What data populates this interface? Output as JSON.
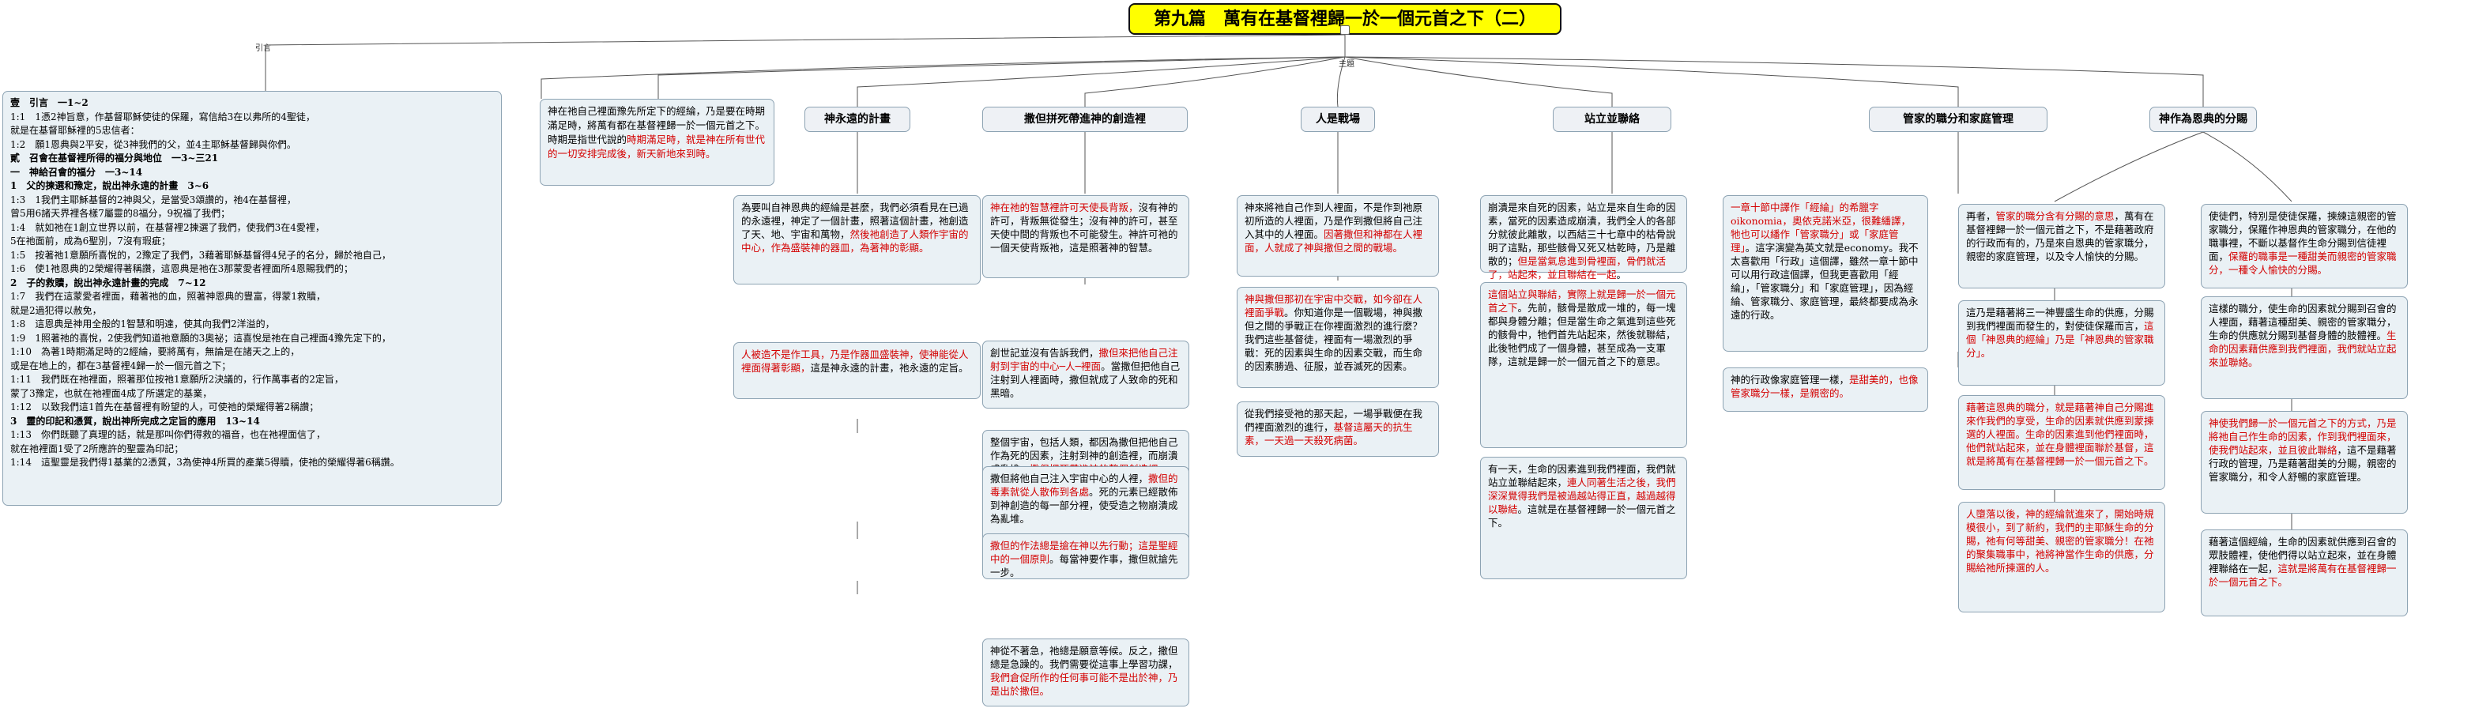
{
  "title": "第九篇　萬有在基督裡歸一於一個元首之下（二）",
  "labels": {
    "intro": "引言",
    "main": "主題"
  },
  "outline": [
    {
      "text": "壹　引言　一1~2",
      "bold": true
    },
    {
      "text": "1:1　1憑2神旨意，作基督耶穌使徒的保羅，寫信給3在以弗所的4聖徒，",
      "bold": false
    },
    {
      "text": "就是在基督耶穌裡的5忠信者：",
      "bold": false
    },
    {
      "text": "1:2　願1恩典與2平安，從3神我們的父，並4主耶穌基督歸與你們。",
      "bold": false
    },
    {
      "text": "貳　召會在基督裡所得的福分與地位　一3~三21",
      "bold": true
    },
    {
      "text": "一　神給召會的福分　一3~14",
      "bold": true
    },
    {
      "text": "1　父的揀選和豫定，說出神永遠的計畫　3~6",
      "bold": true
    },
    {
      "text": "1:3　1我們主耶穌基督的2神與父，是當受3頌讚的，祂4在基督裡，",
      "bold": false
    },
    {
      "text": "曾5用6諸天界裡各樣7屬靈的8福分，9祝福了我們；",
      "bold": false
    },
    {
      "text": "1:4　就如祂在1創立世界以前，在基督裡2揀選了我們，使我們3在4愛裡，",
      "bold": false
    },
    {
      "text": "5在祂面前，成為6聖別，7沒有瑕疵；",
      "bold": false
    },
    {
      "text": "1:5　按著祂1意願所喜悅的，2豫定了我們，3藉著耶穌基督得4兒子的名分，歸於祂自己，",
      "bold": false
    },
    {
      "text": "1:6　使1祂恩典的2榮耀得著稱讚，這恩典是祂在3那蒙愛者裡面所4恩賜我們的；",
      "bold": false
    },
    {
      "text": "2　子的救贖，說出神永遠計畫的完成　7~12",
      "bold": true
    },
    {
      "text": "1:7　我們在這蒙愛者裡面，藉著祂的血，照著神恩典的豐富，得蒙1救贖，",
      "bold": false
    },
    {
      "text": "就是2過犯得以赦免，",
      "bold": false
    },
    {
      "text": "1:8　這恩典是神用全般的1智慧和明達，使其向我們2洋溢的，",
      "bold": false
    },
    {
      "text": "1:9　1照著祂的喜悅，2使我們知道祂意願的3奧祕；這喜悅是祂在自己裡面4豫先定下的，",
      "bold": false
    },
    {
      "text": "1:10　為著1時期滿足時的2經綸，要將萬有，無論是在諸天之上的，",
      "bold": false
    },
    {
      "text": "或是在地上的，都在3基督裡4歸一於一個元首之下；",
      "bold": false
    },
    {
      "text": "1:11　我們既在祂裡面，照著那位按祂1意願所2決議的，行作萬事者的2定旨，",
      "bold": false
    },
    {
      "text": "蒙了3豫定，也就在祂裡面4成了所選定的基業，",
      "bold": false
    },
    {
      "text": "1:12　以致我們這1首先在基督裡有盼望的人，可使祂的榮耀得著2稱讚；",
      "bold": false
    },
    {
      "text": "3　靈的印記和憑質，說出神所完成之定旨的應用　13~14",
      "bold": true
    },
    {
      "text": "1:13　你們既聽了真理的話，就是那叫你們得救的福音，也在祂裡面信了，",
      "bold": false
    },
    {
      "text": "就在祂裡面1受了2所應許的聖靈為印記；",
      "bold": false
    },
    {
      "text": "1:14　這聖靈是我們得1基業的2憑質，3為使神4所買的產業5得贖，使祂的榮耀得著6稱讚。",
      "bold": false
    }
  ],
  "main_box": [
    {
      "text": "神在祂自己裡面豫先所定下的經綸，乃是要在時期滿足時，將萬有都在基督裡歸一於一個元首之下。時期是指世代說的",
      "red": false
    },
    {
      "text": "時期滿足時，就是神在所有世代的一切安排完成後，新天新地來到時。",
      "red": true
    }
  ],
  "categories": [
    {
      "label": "神永遠的計畫"
    },
    {
      "label": "撒但拼死帶進神的創造裡"
    },
    {
      "label": "人是戰場"
    },
    {
      "label": "站立並聯絡"
    },
    {
      "label": "管家的職分和家庭管理"
    },
    {
      "label": "神作為恩典的分賜"
    }
  ],
  "notes": {
    "c1a": [
      {
        "text": "為要叫自神恩典的經綸是甚麼，我們必須看見在已過的永遠裡，神定了一個計畫，照著這個計畫，祂創造了天、地、宇宙和萬物，",
        "red": false
      },
      {
        "text": "然後祂創造了人類作宇宙的中心，作為盛裝神的器皿，為著神的彰顯。",
        "red": true
      }
    ],
    "c1b": [
      {
        "text": "人被造不是作工具，乃是作器皿盛裝神，使神能從人裡面得著彰顯，",
        "red": true
      },
      {
        "text": "這是神永遠的計畫，祂永遠的定旨。",
        "red": false
      }
    ],
    "c2a": [
      {
        "text": "",
        "red": false
      },
      {
        "text": "神在祂的智慧裡許可天使長背叛，",
        "red": true
      },
      {
        "text": "沒有神的許可，背叛無從發生；沒有神的許可，甚至天使中間的背叛也不可能發生。神許可祂的一個天使背叛祂，這是照著神的智慧。",
        "red": false
      }
    ],
    "c2b": [
      {
        "text": "創世記並沒有告訴我們，",
        "red": false
      },
      {
        "text": "撒但來把他自己注射到宇宙的中心─人─裡面",
        "red": true
      },
      {
        "text": "。當撒但把他自己注射到人裡面時，撒但就成了人致命的死和黑暗。",
        "red": false
      }
    ],
    "c2c": [
      {
        "text": "整個宇宙，包括人類，都因為撒但把他自己作為死的因素，注射到神的創造裡，而崩潰成亂堆，",
        "red": false
      },
      {
        "text": "撒但把死帶進神的整個創造裡",
        "red": true
      },
      {
        "text": "。",
        "red": false
      }
    ],
    "c2d": [
      {
        "text": "撒但將他自己注入宇宙中心的人裡，",
        "red": false
      },
      {
        "text": "撒但的毒素就從人散佈到各處",
        "red": true
      },
      {
        "text": "。死的元素已經散佈到神創造的每一部分裡，使受造之物崩潰成為亂堆。",
        "red": false
      }
    ],
    "c2e": [
      {
        "text": "撒但的作法總是搶在神以先行動；這是聖經中的一個原則",
        "red": true
      },
      {
        "text": "。每當神要作事，撒但就搶先一步。",
        "red": false
      }
    ],
    "c2f": [
      {
        "text": "神從不著急，祂總是願意等候。反之，撒但總是急躁的。我們需要從這事上學習功課，",
        "red": false
      },
      {
        "text": "我們倉促所作的任何事可能不是出於神，乃是出於撒但。",
        "red": true
      }
    ],
    "c3a": [
      {
        "text": "神來將祂自己作到人裡面，不是作到祂原初所造的人裡面，乃是作到撒但將自己注入其中的人裡面。",
        "red": false
      },
      {
        "text": "因著撒但和神都在人裡面，人就成了神與撒但之間的戰場。",
        "red": true
      }
    ],
    "c3b": [
      {
        "text": "神與撒但那初在宇宙中交戰，如今卻在人裡面爭戰",
        "red": true
      },
      {
        "text": "。你知道你是一個戰場，神與撒但之間的爭戰正在你裡面激烈的進行麼？我們這些基督徒，裡面有一場激烈的爭戰：死的因素與生命的因素交戰，而生命的因素勝過、征服，並吞滅死的因素。",
        "red": false
      }
    ],
    "c3c": [
      {
        "text": "從我們接受祂的那天起，一場爭戰便在我們裡面激烈的進行，",
        "red": false
      },
      {
        "text": "基督這屬天的抗生素，一天過一天殺死病菌。",
        "red": true
      }
    ],
    "c4a": [
      {
        "text": "崩潰是來自死的因素，站立是來自生命的因素，當死的因素造成崩潰，我們全人的各部分就彼此離散，以西結三十七章中的枯骨說明了這點，那些骸骨又死又枯乾時，乃是離散的；",
        "red": false
      },
      {
        "text": "但是當氣息進到骨裡面，骨們就活了，站起來，並且聯結在一起",
        "red": true
      },
      {
        "text": "。",
        "red": false
      }
    ],
    "c4b": [
      {
        "text": "這個站立與聯結，實際上就是歸一於一個元首之下",
        "red": true
      },
      {
        "text": "。先前，骸骨是散成一堆的，每一塊都與身體分離；但是當生命之氣進到這些死的骸骨中，牠們首先站起來，然後就聯結，此後牠們成了一個身體，甚至成為一支軍隊，這就是歸一於一個元首之下的意思。",
        "red": false
      }
    ],
    "c4c": [
      {
        "text": "有一天，生命的因素進到我們裡面，我們就站立並聯結起來，",
        "red": false
      },
      {
        "text": "連人同著生活之後，我們深深覺得我們是被過越站得正直，越過越得以聯結",
        "red": true
      },
      {
        "text": "。這就是在基督裡歸一於一個元首之下。",
        "red": false
      }
    ],
    "c5a": [
      {
        "text": "一章十節中譯作「經綸」的希臘字oikonomia，奧依克諾米亞，很難繙譯，牠也可以繙作「管家職分」或「家庭管理」",
        "red": true
      },
      {
        "text": "。這字演變為英文就是economy。我不太喜歡用「行政」這個譯，雖然一章十節中可以用行政這個譯，但我更喜歡用「經綸」，「管家職分」和「家庭管理」，因為經綸、管家職分、家庭管理，最終都要成為永遠的行政。",
        "red": false
      }
    ],
    "c5b": [
      {
        "text": "神的行政像家庭管理一樣，",
        "red": false
      },
      {
        "text": "是甜美的，也像管家職分一樣，是親密的。",
        "red": true
      }
    ],
    "c6a": [
      {
        "text": "再者，",
        "red": false
      },
      {
        "text": "管家的職分含有分賜的意思",
        "red": true
      },
      {
        "text": "，萬有在基督裡歸一於一個元首之下，不是藉著政府的行政而有的，乃是來自恩典的管家職分，親密的家庭管理，以及令人愉快的分賜。",
        "red": false
      }
    ],
    "c6b": [
      {
        "text": "使徒們，特別是使徒保羅，揀練這親密的管家職分，保羅作神恩典的管家職分，在他的職事裡，不斷以基督作生命分賜到信徒裡面，",
        "red": false
      },
      {
        "text": "保羅的職事是一種甜美而親密的管家職分，一種令人愉快的分賜。",
        "red": true
      }
    ],
    "c6c": [
      {
        "text": "這乃是藉著將三一神豐盛生命的供應，分賜到我們裡面而發生的，對使徒保羅而言，",
        "red": false
      },
      {
        "text": "這個「神恩典的經綸」乃是「神恩典的管家職分」。",
        "red": true
      }
    ],
    "c6d": [
      {
        "text": "這樣的職分，使生命的因素就分賜到召會的人裡面，藉著這種甜美、親密的管家職分，生命的供應就分賜到基督身體的肢體裡。",
        "red": false
      },
      {
        "text": "生命的因素藉供應到我們裡面，我們就站立起來並聯絡。",
        "red": true
      }
    ],
    "c6e": [
      {
        "text": "藉著這恩典的職分，就是藉著神自己分賜進來作我們的享受，生命的因素就供應到蒙揀選的人裡面。生命的因素進到他們裡面時，他們就站起來，並在身體裡面聯於基督，這就是將萬有在基督裡歸一於一個元首之下。",
        "red": true
      }
    ],
    "c6f": [
      {
        "text": "神使我們歸一於一個元首之下的方式，乃是將祂自己作生命的因素，作到我們裡面來，使我們站起來，並且彼此聯絡",
        "red": true
      },
      {
        "text": "，這不是藉著行政的管理，乃是藉著甜美的分賜，親密的管家職分，和令人舒暢的家庭管理。",
        "red": false
      }
    ],
    "c6g": [
      {
        "text": "人墮落以後，神的經綸就進來了，開始時規模很小，到了新約，我們的主耶穌生命的分賜，祂有何等甜美、親密的管家職分！在祂的聚集職事中，祂將神當作生命的供應，分賜給祂所揀選的人。",
        "red": true
      }
    ],
    "c6h": [
      {
        "text": "藉著這個經綸，生命的因素就供應到召會的眾肢體裡，使他們得以站立起來，並在身體裡聯絡在一起，",
        "red": false
      },
      {
        "text": "這就是將萬有在基督裡歸一於一個元首之下。",
        "red": true
      }
    ]
  }
}
